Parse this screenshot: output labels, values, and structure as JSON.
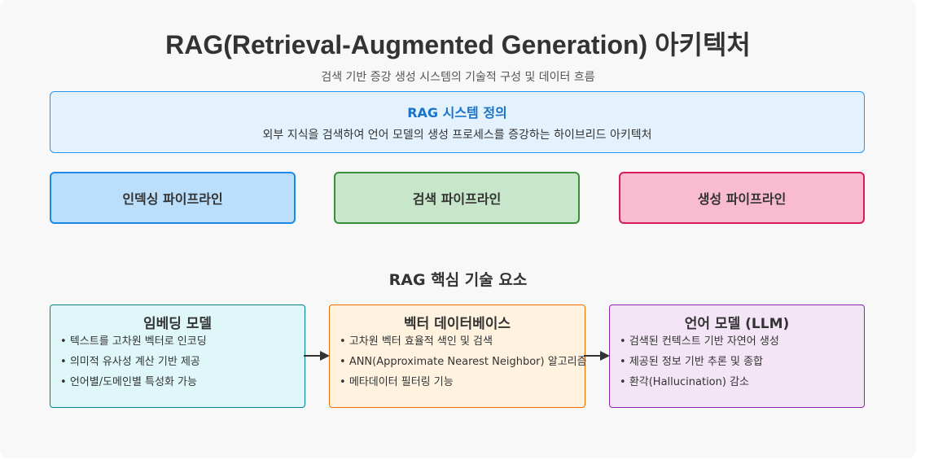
{
  "title": "RAG(Retrieval-Augmented Generation) 아키텍처",
  "subtitle": "검색 기반 증강 생성 시스템의 기술적 구성 및 데이터 흐름",
  "definition": {
    "title": "RAG 시스템 정의",
    "description": "외부 지식을 검색하여 언어 모델의 생성 프로세스를 증강하는 하이브리드 아키텍처"
  },
  "pipelines": {
    "indexing": "인덱싱 파이프라인",
    "search": "검색 파이프라인",
    "generation": "생성 파이프라인"
  },
  "section_title": "RAG 핵심 기술 요소",
  "components": {
    "embedding": {
      "title": "임베딩 모델",
      "items": [
        "텍스트를 고차원 벡터로 인코딩",
        "의미적 유사성 계산 기반 제공",
        "언어별/도메인별 특성화 가능"
      ]
    },
    "vectordb": {
      "title": "벡터 데이터베이스",
      "items": [
        "고차원 벡터 효율적 색인 및 검색",
        "ANN(Approximate Nearest Neighbor) 알고리즘",
        "메타데이터 필터링 기능"
      ]
    },
    "llm": {
      "title": "언어 모델 (LLM)",
      "items": [
        "검색된 컨텍스트 기반 자연어 생성",
        "제공된 정보 기반 추론 및 종합",
        "환각(Hallucination) 감소"
      ]
    }
  },
  "colors": {
    "indexing": "#1e88e5",
    "search": "#388e3c",
    "generation": "#d81b60",
    "embedding": "#00838f",
    "vectordb": "#ef6c00",
    "llm": "#8e24aa",
    "arrow": "#333333"
  }
}
